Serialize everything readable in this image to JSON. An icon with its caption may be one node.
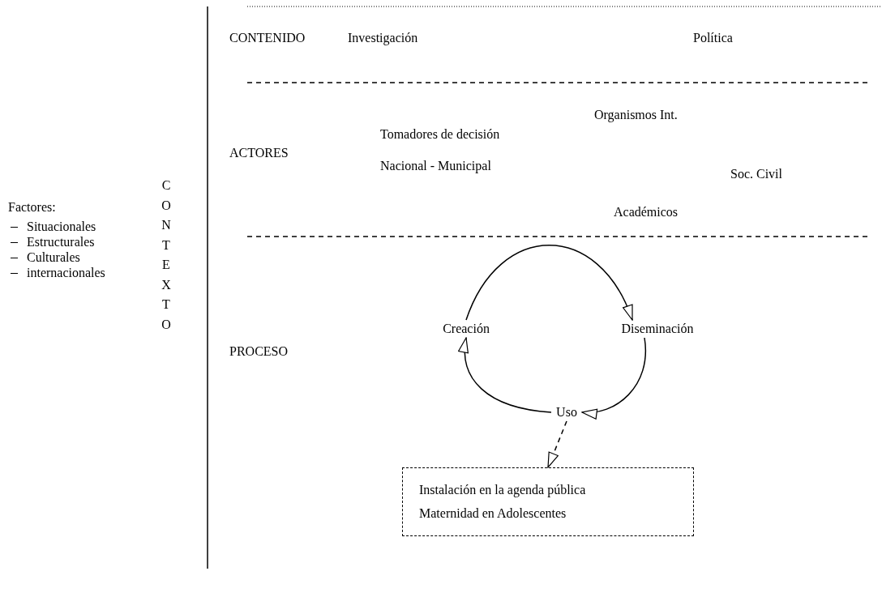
{
  "diagram": {
    "nodes": [
      {
        "text": [
          "Creación"
        ]
      },
      {
        "text": [
          "Diseminación"
        ]
      },
      {
        "text": [
          "Uso"
        ]
      },
      {
        "text": [
          "Instalación en la agenda pública",
          "Maternidad en Adolescentes"
        ]
      }
    ],
    "edges": [
      {
        "from": 0,
        "to": 1,
        "arrow": "to"
      },
      {
        "from": 1,
        "to": 2,
        "arrow": "to"
      },
      {
        "from": 2,
        "to": 0,
        "arrow": "to"
      },
      {
        "from": 2,
        "to": 3,
        "arrow": "to",
        "style": "dashed"
      }
    ],
    "labels": [
      "CONTENIDO",
      "Investigación",
      "Política",
      "Organismos Int.",
      "Tomadores de decisión",
      "ACTORES",
      "Nacional - Municipal",
      "Soc. Civil",
      "CONTEXTO",
      "Factores:",
      "Situacionales",
      "Estructurales",
      "Culturales",
      "internacionales",
      "Académicos",
      "PROCESO"
    ]
  }
}
